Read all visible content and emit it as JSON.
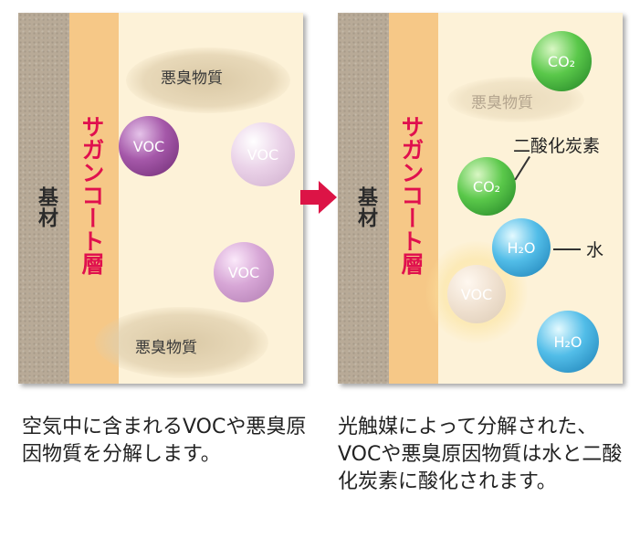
{
  "left_panel": {
    "substrate_label": "基材",
    "coating_label": "サガンコート層",
    "odor_top": "悪臭物質",
    "odor_bottom": "悪臭物質",
    "voc_1": "VOC",
    "voc_2": "VOC",
    "voc_3": "VOC"
  },
  "right_panel": {
    "substrate_label": "基材",
    "coating_label": "サガンコート層",
    "odor": "悪臭物質",
    "co2_1": "CO₂",
    "co2_2": "CO₂",
    "h2o_1": "H₂O",
    "h2o_2": "H₂O",
    "voc": "VOC",
    "callout_co2": "二酸化炭素",
    "callout_h2o": "水"
  },
  "captions": {
    "left": "空気中に含まれるVOCや悪臭原因物質を分解します。",
    "right": "光触媒によって分解された、VOCや悪臭原因物質は水と二酸化炭素に酸化されます。"
  },
  "colors": {
    "coating_text": "#e0104e",
    "arrow": "#dc1446",
    "voc": "#a558a9",
    "co2": "#3fae3a",
    "h2o": "#3aaee0"
  }
}
